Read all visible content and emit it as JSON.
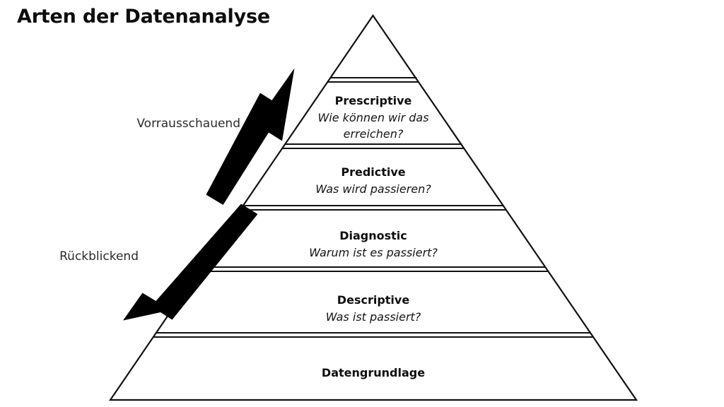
{
  "page": {
    "title": "Arten der Datenanalyse",
    "background_color": "#ffffff",
    "ink_color": "#000000"
  },
  "side_labels": {
    "upper": "Vorrausschauend",
    "lower": "Rückblickend"
  },
  "arrows": {
    "upward": {
      "name": "upward-arrow",
      "direction": "up-right",
      "associated_label": "Vorrausschauend"
    },
    "downward": {
      "name": "downward-arrow",
      "direction": "down-left",
      "associated_label": "Rückblickend"
    }
  },
  "pyramid": {
    "apex_label": "",
    "tiers": [
      {
        "id": "apex",
        "title": "",
        "subtitle_lines": []
      },
      {
        "id": "prescriptive",
        "title": "Prescriptive",
        "subtitle_lines": [
          "Wie können wir das",
          "erreichen?"
        ]
      },
      {
        "id": "predictive",
        "title": "Predictive",
        "subtitle_lines": [
          "Was wird passieren?"
        ]
      },
      {
        "id": "diagnostic",
        "title": "Diagnostic",
        "subtitle_lines": [
          "Warum ist es passiert?"
        ]
      },
      {
        "id": "descriptive",
        "title": "Descriptive",
        "subtitle_lines": [
          "Was ist passiert?"
        ]
      },
      {
        "id": "foundation",
        "title": "Datengrundlage",
        "subtitle_lines": []
      }
    ]
  },
  "chart_data": {
    "type": "pyramid",
    "title": "Arten der Datenanalyse",
    "levels": [
      {
        "level": 1,
        "name": "Datengrundlage",
        "question": ""
      },
      {
        "level": 2,
        "name": "Descriptive",
        "question": "Was ist passiert?"
      },
      {
        "level": 3,
        "name": "Diagnostic",
        "question": "Warum ist es passiert?"
      },
      {
        "level": 4,
        "name": "Predictive",
        "question": "Was wird passieren?"
      },
      {
        "level": 5,
        "name": "Prescriptive",
        "question": "Wie können wir das erreichen?"
      }
    ],
    "annotations": [
      {
        "text": "Vorrausschauend",
        "applies_to": [
          "Predictive",
          "Prescriptive"
        ],
        "arrow": "up"
      },
      {
        "text": "Rückblickend",
        "applies_to": [
          "Descriptive",
          "Diagnostic"
        ],
        "arrow": "down"
      }
    ]
  }
}
